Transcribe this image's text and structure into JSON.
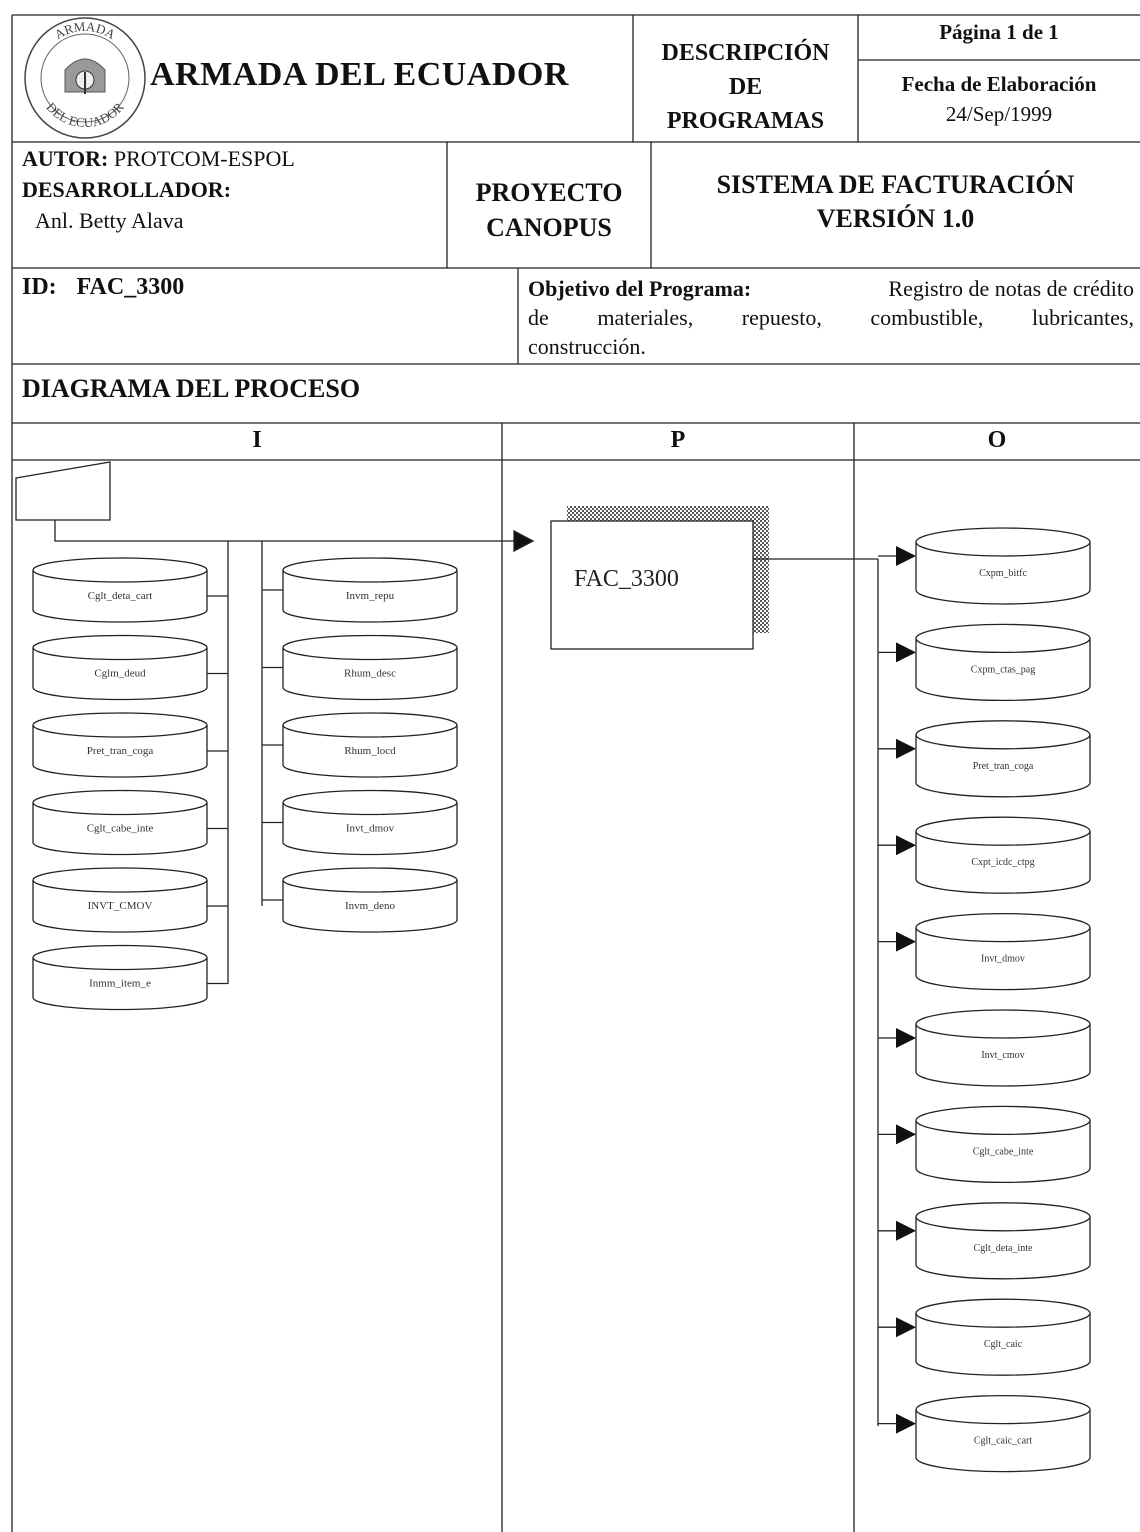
{
  "header": {
    "org_name": "ARMADA DEL ECUADOR",
    "seal_text_top": "ARMADA",
    "seal_text_bottom": "DEL ECUADOR",
    "doc_type_line1": "DESCRIPCIÓN",
    "doc_type_line2": "DE",
    "doc_type_line3": "PROGRAMAS",
    "page_label": "Página 1 de 1",
    "date_label": "Fecha de Elaboración",
    "date_value": "24/Sep/1999"
  },
  "info": {
    "author_label": "AUTOR:",
    "author_value": "PROTCOM-ESPOL",
    "developer_label": "DESARROLLADOR:",
    "developer_value": "Anl. Betty Alava",
    "project_line1": "PROYECTO",
    "project_line2": "CANOPUS",
    "system_line1": "SISTEMA DE FACTURACIÓN",
    "system_line2": "VERSIÓN 1.0"
  },
  "program": {
    "id_label": "ID:",
    "id_value": "FAC_3300",
    "objective_label": "Objetivo del Programa:",
    "objective_line1": "Registro de notas de crédito",
    "objective_line2": "de materiales, repuesto, combustible, lubricantes,",
    "objective_line3": "construcción."
  },
  "diagram": {
    "title": "DIAGRAMA DEL PROCESO",
    "col_input": "I",
    "col_process": "P",
    "col_output": "O",
    "process_name": "FAC_3300",
    "inputs_left": [
      "Cglt_deta_cart",
      "Cglm_deud",
      "Pret_tran_coga",
      "Cglt_cabe_inte",
      "INVT_CMOV",
      "Inmm_item_e"
    ],
    "inputs_right": [
      "Invm_repu",
      "Rhum_desc",
      "Rhum_locd",
      "Invt_dmov",
      "Invm_deno"
    ],
    "outputs": [
      "Cxpm_bitfc",
      "Cxpm_ctas_pag",
      "Pret_tran_coga",
      "Cxpt_icdc_ctpg",
      "Invt_dmov",
      "Invt_cmov",
      "Cglt_cabe_inte",
      "Cglt_deta_inte",
      "Cglt_caic",
      "Cglt_caic_cart"
    ]
  }
}
